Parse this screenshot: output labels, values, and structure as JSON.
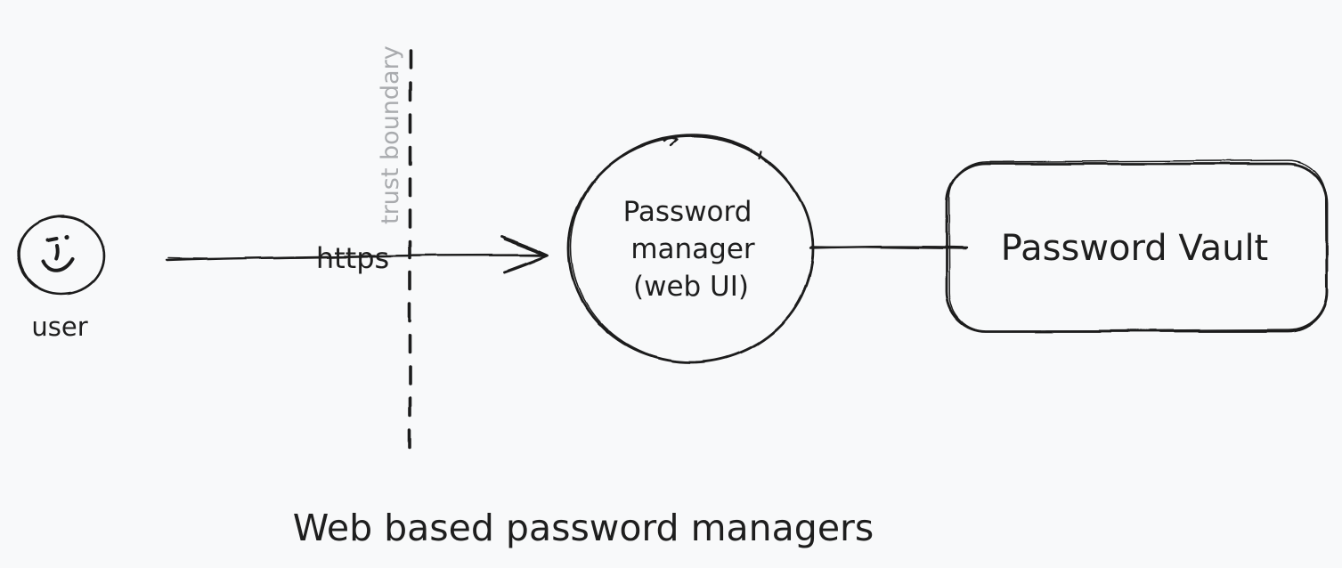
{
  "app": {
    "background_color": "#f8f9fa",
    "ink_color": "#1e1e1e",
    "muted_color": "#a9abae",
    "hatch_color": "#e1e2e7"
  },
  "diagram": {
    "user_node": {
      "label": "user",
      "icon": "smiley-face-icon"
    },
    "https_edge": {
      "label": "https"
    },
    "trust_boundary": {
      "label": "trust boundary"
    },
    "manager_node": {
      "lines": [
        "Password",
        "manager",
        "(web UI)"
      ]
    },
    "vault_node": {
      "label": "Password Vault"
    },
    "manager_vault_edge": {},
    "caption": "Web based password managers"
  }
}
